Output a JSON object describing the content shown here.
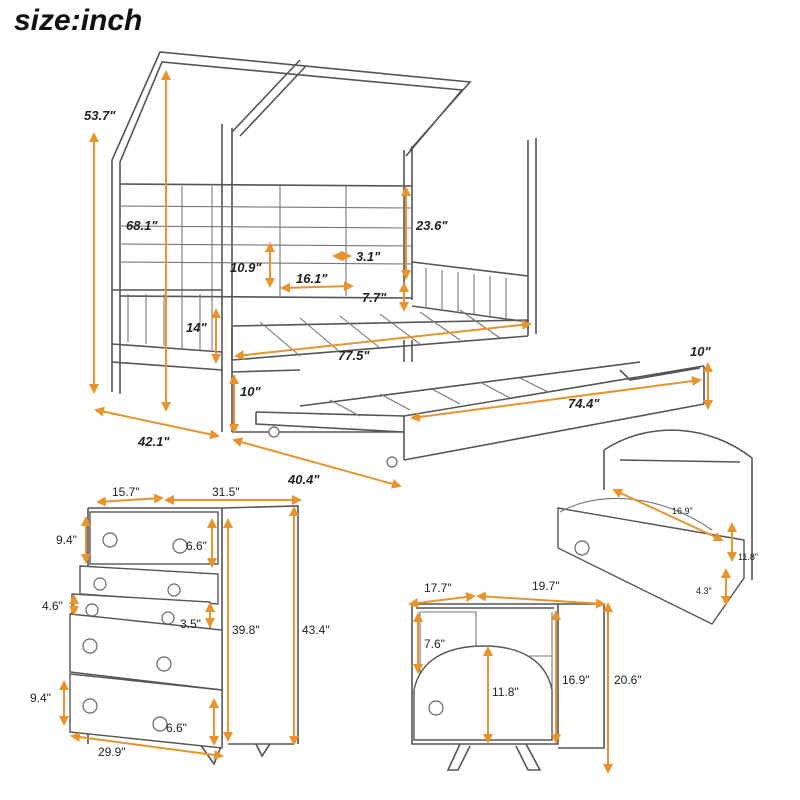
{
  "title": "size:inch",
  "accent_color": "#e8942e",
  "line_color": "#555555",
  "bed": {
    "total_height": "53.7\"",
    "headboard_height": "68.1\"",
    "panel_height": "23.6\"",
    "slat_gap": "3.1\"",
    "rail_gap": "10.9\"",
    "slat_span": "16.1\"",
    "rail_height": "7.7\"",
    "deck_height": "14\"",
    "length": "77.5\"",
    "clearance": "10\"",
    "trundle_height": "10\"",
    "trundle_length": "74.4\"",
    "width": "42.1\"",
    "trundle_width": "40.4\""
  },
  "nightstand_drawer": {
    "depth": "16.9\"",
    "inner_height": "11.8\"",
    "front_height": "4.3\""
  },
  "chest": {
    "depth": "15.7\"",
    "width": "31.5\"",
    "top_drawer_height": "9.4\"",
    "knob_offset_top": "6.6\"",
    "small_drawer_height": "4.6\"",
    "knob_offset_small": "3.5\"",
    "body_height": "39.8\"",
    "total_height": "43.4\"",
    "bottom_drawer_height": "9.4\"",
    "knob_offset_bottom": "6.6\"",
    "inner_width": "29.9\""
  },
  "nightstand": {
    "depth": "17.7\"",
    "width": "19.7\"",
    "shelf_height": "7.6\"",
    "drawer_height": "11.8\"",
    "body_height": "16.9\"",
    "total_height": "20.6\""
  }
}
